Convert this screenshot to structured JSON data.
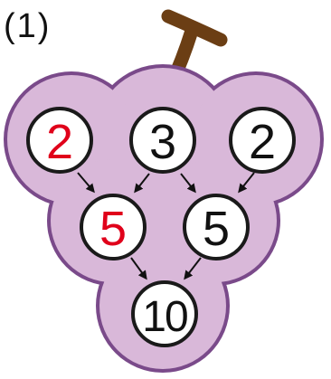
{
  "problem_label": "(1)",
  "colors": {
    "grape_fill": "#d9b8d9",
    "grape_outline": "#7a4a8a",
    "stem": "#6b3e14",
    "circle_fill": "#ffffff",
    "circle_outline": "#1a1a1a",
    "red_number": "#e0001a",
    "black_number": "#111111"
  },
  "grape": {
    "top_row": [
      {
        "value": "2",
        "color": "red"
      },
      {
        "value": "3",
        "color": "black"
      },
      {
        "value": "2",
        "color": "black"
      }
    ],
    "middle_row": [
      {
        "value": "5",
        "color": "red"
      },
      {
        "value": "5",
        "color": "black"
      }
    ],
    "bottom_row": [
      {
        "value": "10",
        "color": "black"
      }
    ]
  }
}
